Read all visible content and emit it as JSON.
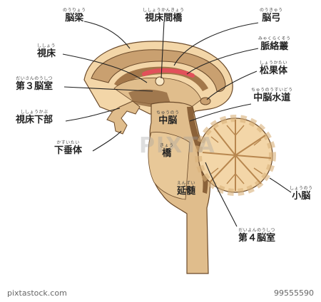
{
  "labels": {
    "nouryou": {
      "ruby": "のうりょう",
      "text": "脳梁"
    },
    "shishou_kankyou": {
      "ruby": "ししょうかんきょう",
      "text": "視床間橋"
    },
    "noukyuu": {
      "ruby": "のうきゅう",
      "text": "脳弓"
    },
    "shishou": {
      "ruby": "ししょう",
      "text": "視床"
    },
    "myakurakusou": {
      "ruby": "みゃくらくそう",
      "text": "脈絡叢"
    },
    "shoukatai": {
      "ruby": "しょうかたい",
      "text": "松果体"
    },
    "daisan_noushitsu": {
      "ruby": "だいさんのうしつ",
      "text": "第３脳室"
    },
    "chuunou_suidou": {
      "ruby": "ちゅうのうすいどう",
      "text": "中脳水道"
    },
    "shishou_kabu": {
      "ruby": "ししょうかぶ",
      "text": "視床下部"
    },
    "chuunou": {
      "ruby": "ちゅうのう",
      "text": "中脳"
    },
    "kasuitai": {
      "ruby": "かすいたい",
      "text": "下垂体"
    },
    "kyou": {
      "ruby": "きょう",
      "text": "橋"
    },
    "enzui": {
      "ruby": "えんずい",
      "text": "延髄"
    },
    "shounou": {
      "ruby": "しょうのう",
      "text": "小脳"
    },
    "daiyon_noushitsu": {
      "ruby": "だいよんのうしつ",
      "text": "第４脳室"
    }
  },
  "watermark": {
    "logo": "PIXTA",
    "site": "pixtastock.com",
    "id": "99555590"
  },
  "colors": {
    "tissue_light": "#f3d6a8",
    "tissue_mid": "#e0bd8c",
    "tissue_dark": "#a3774a",
    "ventricle": "#8b6239",
    "choroid": "#e2505a",
    "outline": "#6b4a2a",
    "leader": "#222222"
  },
  "icons": [
    "brain-sagittal-diagram"
  ]
}
